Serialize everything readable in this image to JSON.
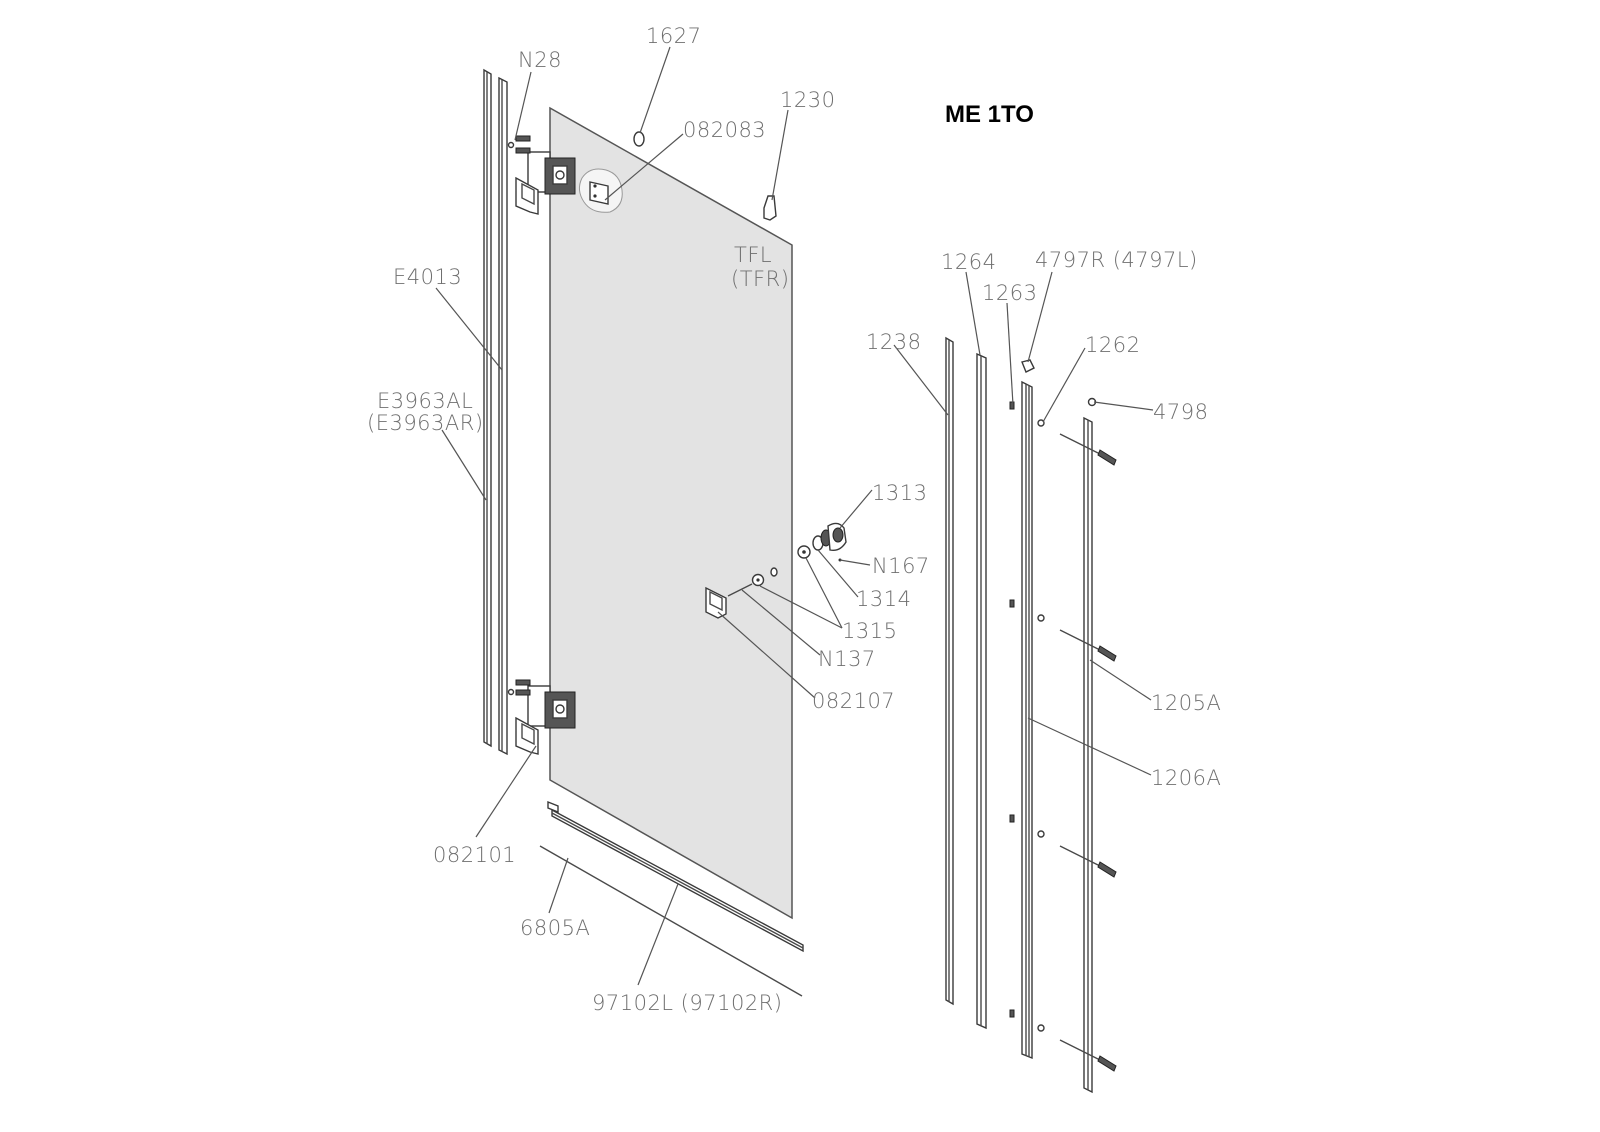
{
  "title": "ME 1TO",
  "labels": {
    "n28": "N28",
    "p1627": "1627",
    "p082083": "082083",
    "p1230": "1230",
    "tfl": "TFL",
    "tfr": "(TFR)",
    "e4013": "E4013",
    "e3963al": "E3963AL",
    "e3963ar": "(E3963AR)",
    "p1264": "1264",
    "p4797": "4797R (4797L)",
    "p1263": "1263",
    "p1238": "1238",
    "p1262": "1262",
    "p4798": "4798",
    "p1313": "1313",
    "n167": "N167",
    "p1314": "1314",
    "p1315": "1315",
    "n137": "N137",
    "p082107": "082107",
    "p1205a": "1205A",
    "p1206a": "1206A",
    "p082101": "082101",
    "p6805a": "6805A",
    "p97102": "97102L (97102R)"
  }
}
